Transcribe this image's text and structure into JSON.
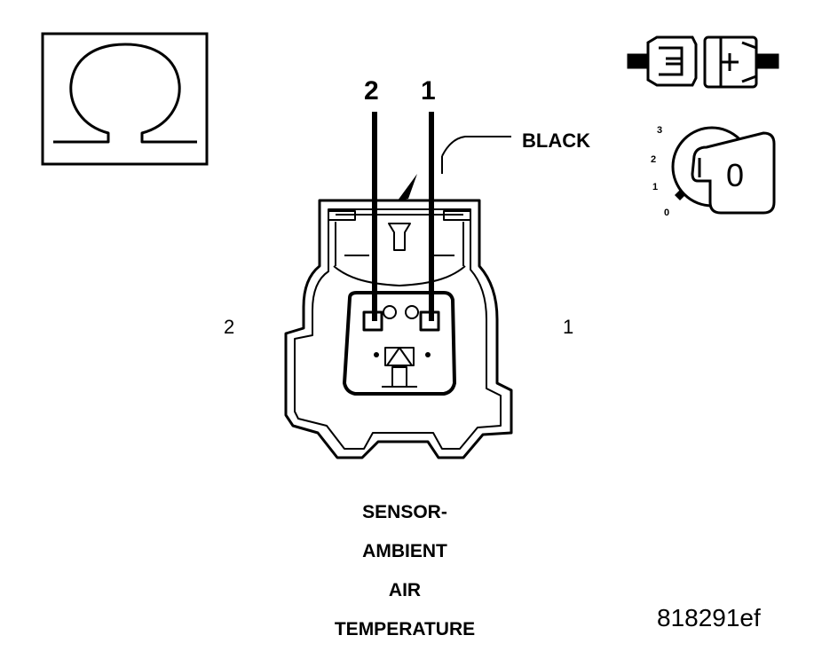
{
  "pin_labels": {
    "top_left": "2",
    "top_right": "1",
    "side_left": "2",
    "side_right": "1"
  },
  "wire_color": "BLACK",
  "ohmmeter_icon": "ohm-symbol-icon",
  "connector_icon": "disconnected-connector-icon",
  "ignition_icon": "ignition-key-off-icon",
  "ignition": {
    "positions": [
      "0",
      "1",
      "2",
      "3"
    ],
    "key_position": "0"
  },
  "component": {
    "line1": "SENSOR-",
    "line2": "AMBIENT",
    "line3": "AIR",
    "line4": "TEMPERATURE"
  },
  "figure_code": "818291ef"
}
